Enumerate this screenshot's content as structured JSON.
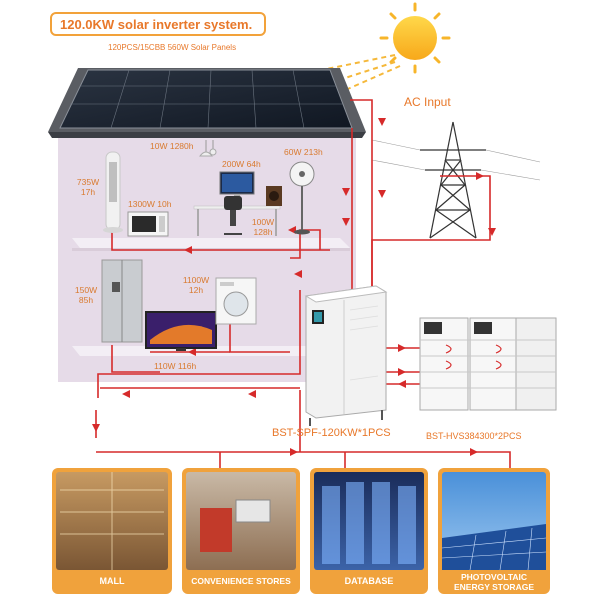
{
  "title": "120.0KW solar inverter system.",
  "panels_label": "120PCS/15CBB 560W Solar Panels",
  "ac_input": "AC Input",
  "loads": {
    "light": "10W 1280h",
    "computer": "200W 64h",
    "fan": "60W 213h",
    "heater_w": "735W",
    "heater_h": "17h",
    "microwave": "1300W 10h",
    "speaker_w": "100W",
    "speaker_h": "128h",
    "fridge_w": "150W",
    "fridge_h": "85h",
    "washer_w": "1100W",
    "washer_h": "12h",
    "tv": "110W 116h"
  },
  "inverter_label": "BST-SPF-120KW*1PCS",
  "battery_label": "BST-HVS384300*2PCS",
  "cards": [
    {
      "label": "MALL"
    },
    {
      "label": "CONVENIENCE STORES"
    },
    {
      "label": "DATABASE"
    },
    {
      "label_line1": "PHOTOVOLTAIC",
      "label_line2": "ENERGY STORAGE"
    }
  ],
  "colors": {
    "accent": "#e8782a",
    "wire": "#d62a2a",
    "house": "#e6dbe8",
    "card_orange": "#f0a23c"
  }
}
